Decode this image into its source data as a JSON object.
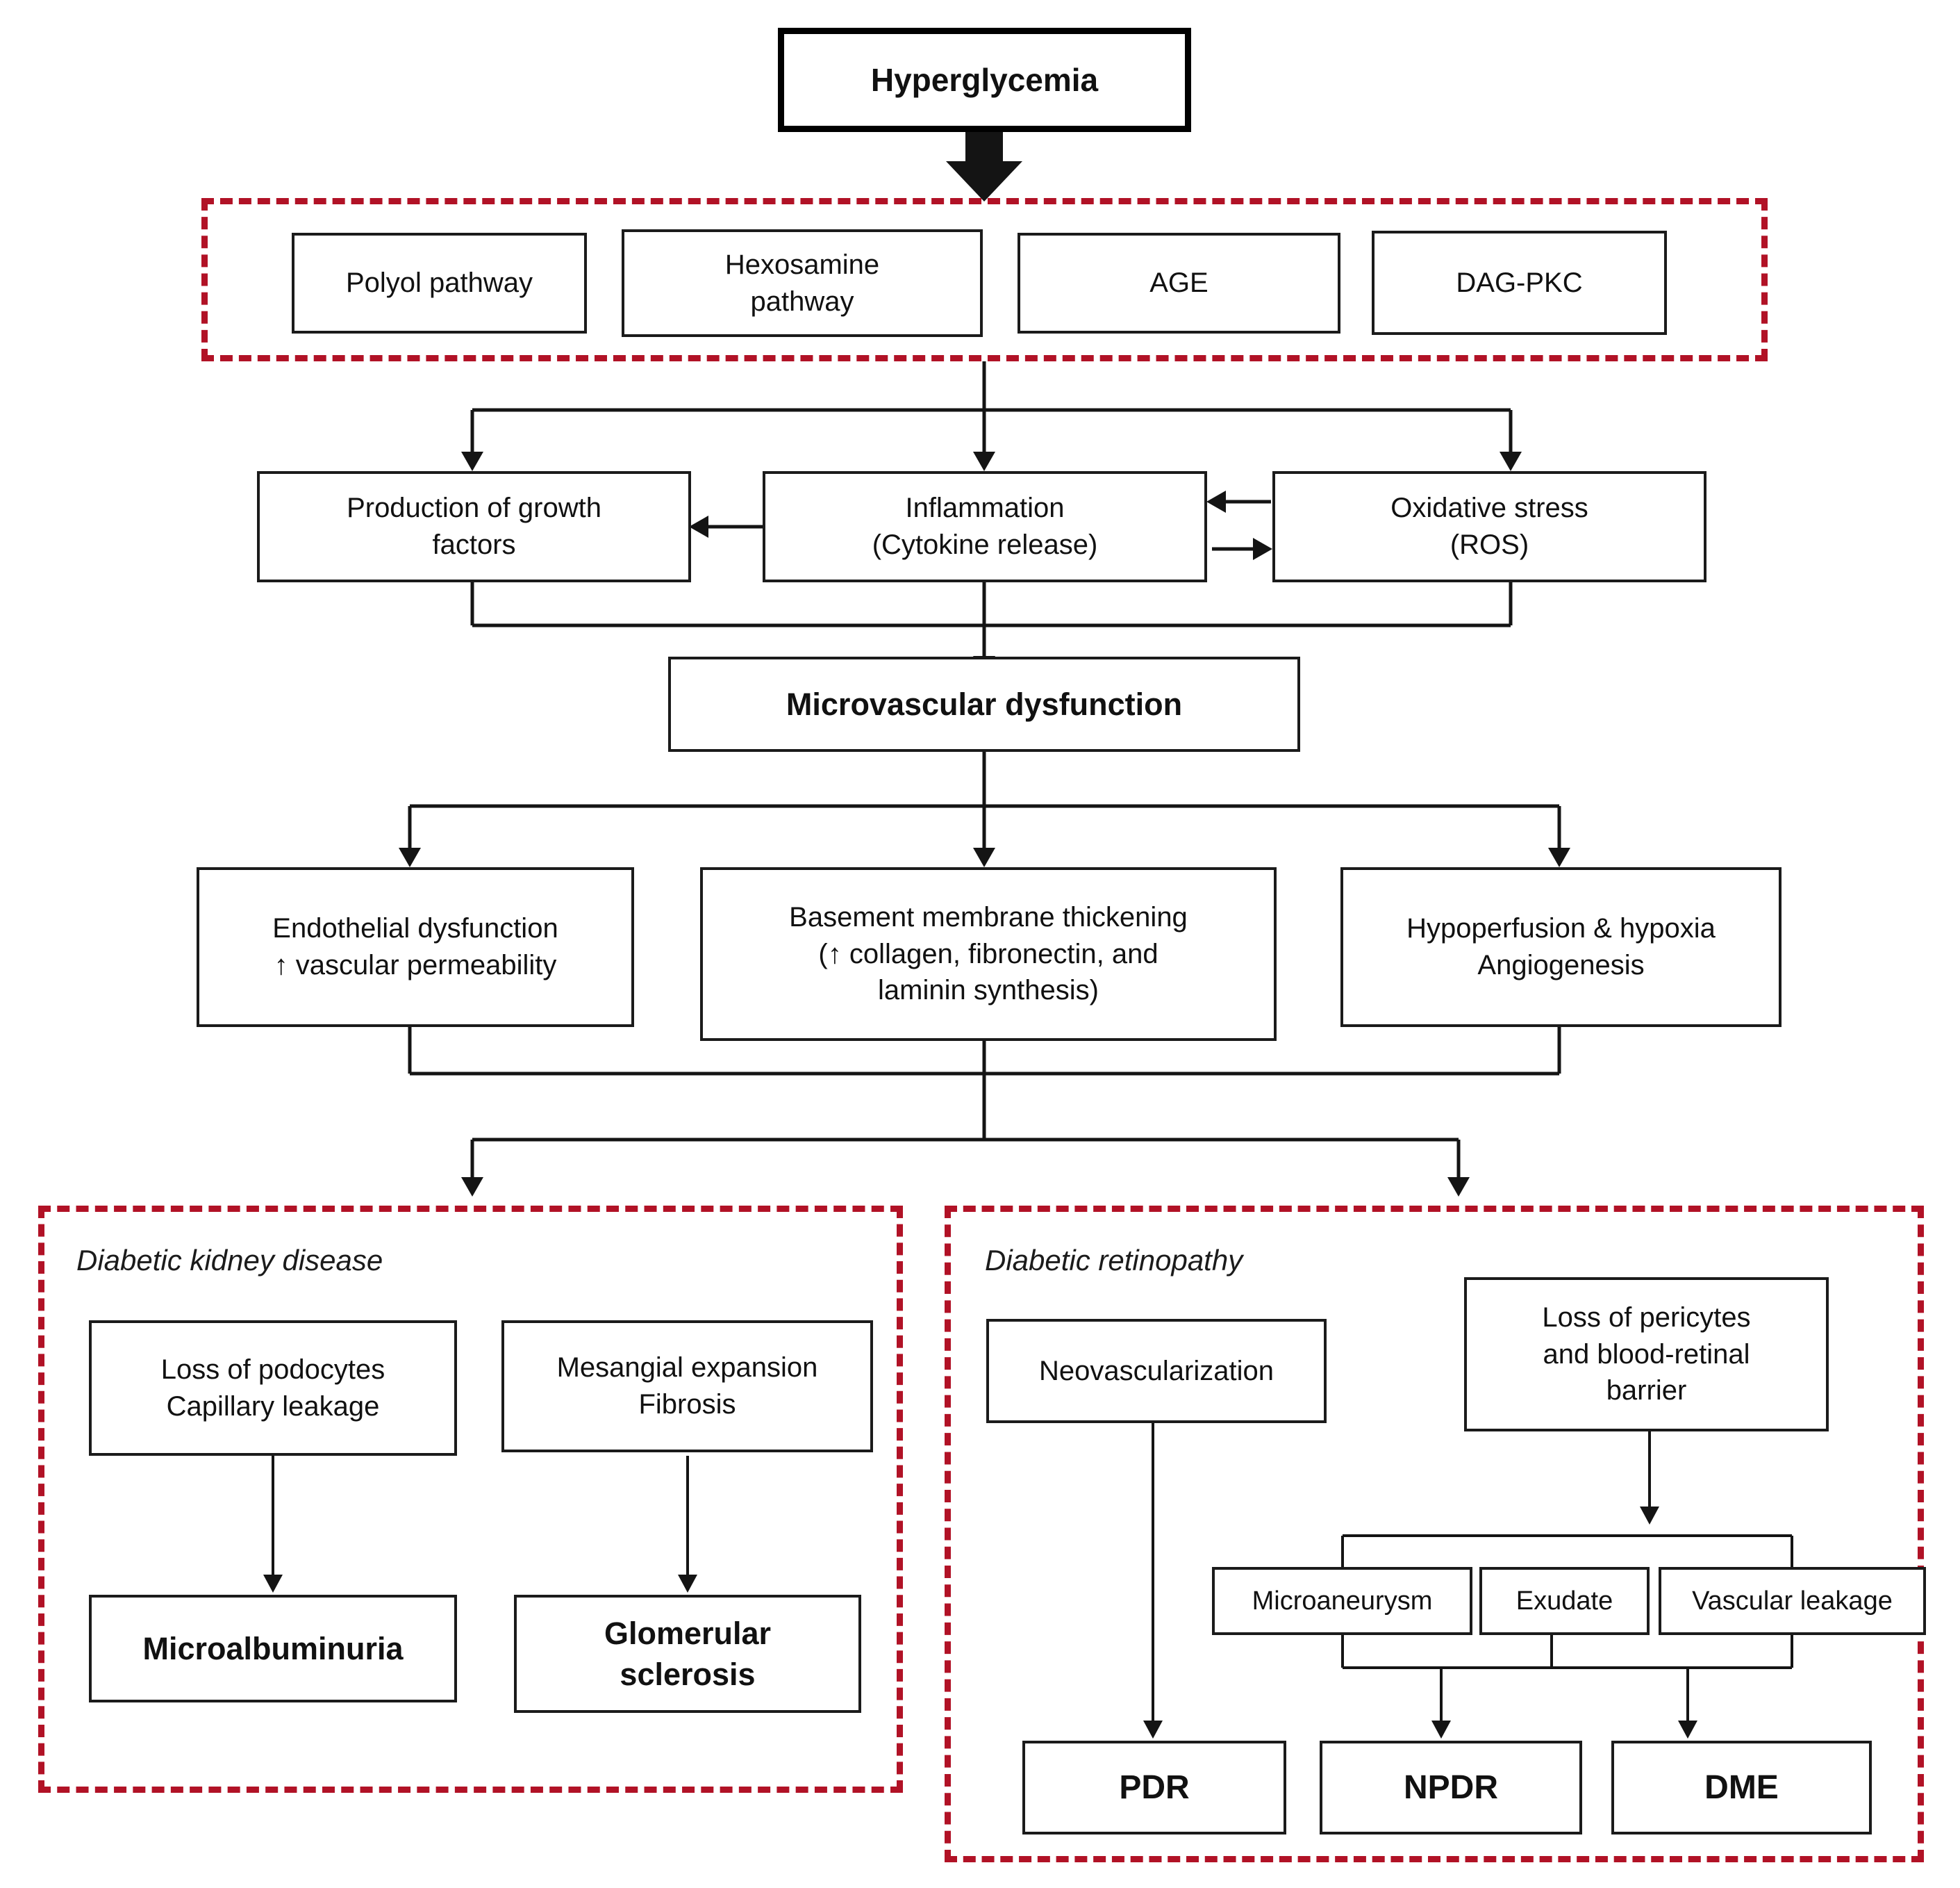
{
  "diagram": {
    "title": "Hyperglycemia pathophysiology flowchart",
    "accent_red": "#b11226",
    "line_color": "#1b1b1b"
  },
  "nodes": {
    "hyperglycemia": "Hyperglycemia",
    "polyol": "Polyol pathway",
    "hexosamine": "Hexosamine\npathway",
    "age": "AGE",
    "dag_pkc": "DAG-PKC",
    "growth_factors": "Production of growth\nfactors",
    "inflammation": "Inflammation\n(Cytokine release)",
    "oxidative": "Oxidative stress\n(ROS)",
    "microvascular": "Microvascular dysfunction",
    "endothelial": "Endothelial dysfunction\n↑ vascular permeability",
    "basement": "Basement membrane thickening\n(↑ collagen, fibronectin, and\nlaminin synthesis)",
    "hypoperfusion": "Hypoperfusion & hypoxia\nAngiogenesis",
    "podocytes": "Loss of podocytes\nCapillary leakage",
    "mesangial": "Mesangial expansion\nFibrosis",
    "microalbuminuria": "Microalbuminuria",
    "glomerular": "Glomerular\nsclerosis",
    "neovascularization": "Neovascularization",
    "pericytes": "Loss of pericytes\nand blood-retinal\nbarrier",
    "microaneurysm": "Microaneurysm",
    "exudate": "Exudate",
    "vascular_leakage": "Vascular leakage",
    "pdr": "PDR",
    "npdr": "NPDR",
    "dme": "DME"
  },
  "regions": {
    "pathways_label": "",
    "kidney_label": "Diabetic kidney disease",
    "retinopathy_label": "Diabetic retinopathy"
  }
}
